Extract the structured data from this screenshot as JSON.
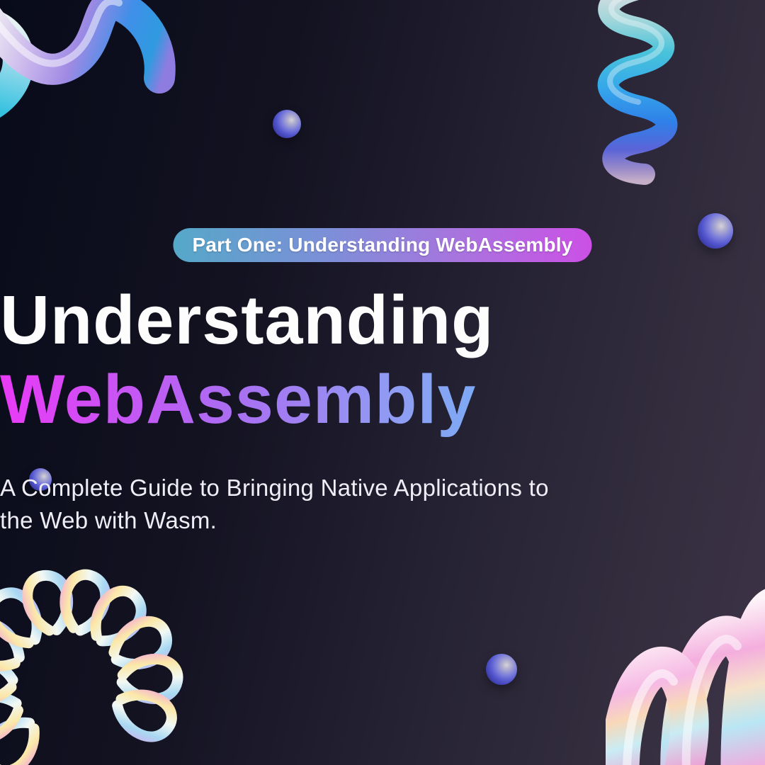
{
  "badge": {
    "label": "Part One: Understanding WebAssembly"
  },
  "title": {
    "line1": "Understanding",
    "line2": "WebAssembly"
  },
  "subtitle": {
    "line1": "A Complete Guide to Bringing Native Applications to",
    "line2": "the Web with Wasm."
  },
  "theme": {
    "bg_left": "#080b1a",
    "bg_right": "#3d3447",
    "badge_grad_start": "#55a8c8",
    "badge_grad_end": "#cc50e6",
    "title_color": "#fdfdfd",
    "title2_grad_start": "#e93af6",
    "title2_grad_end": "#3fd9f6",
    "subtitle_color": "#efedf6",
    "sphere_color": "#5154cc"
  }
}
